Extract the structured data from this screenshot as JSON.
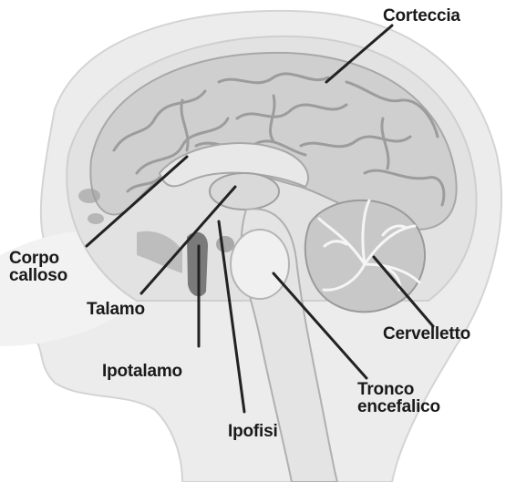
{
  "labels": {
    "corteccia": "Corteccia",
    "corpo_calloso": [
      "Corpo",
      "calloso"
    ],
    "talamo": "Talamo",
    "ipotalamo": "Ipotalamo",
    "ipofisi": "Ipofisi",
    "cervelletto": "Cervelletto",
    "tronco_encefalico": [
      "Tronco",
      "encefalico"
    ]
  },
  "colors": {
    "skin": "#e9e9e9",
    "skin_edge": "#d2d2d2",
    "brain": "#cfcfcf",
    "gyri": "#bdbdbd",
    "sulci_stroke": "#9a9a9a",
    "inner": "#dcdcdc",
    "dark_region": "#7a7a7a",
    "leader": "#222222",
    "label": "#1a1a1a"
  }
}
